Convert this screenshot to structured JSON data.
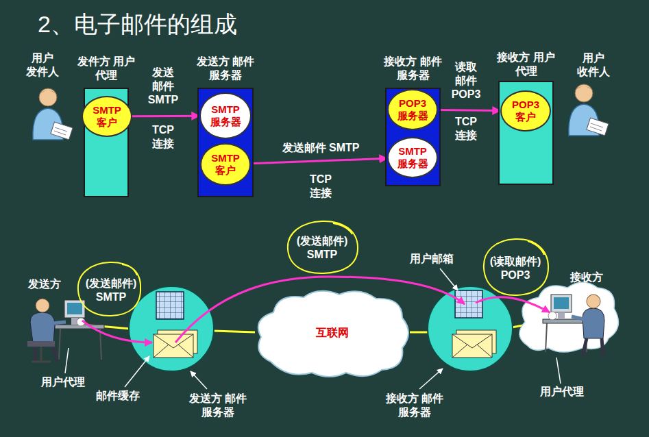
{
  "diagram": {
    "title": "2、电子邮件的组成",
    "nodes": [
      {
        "text": [
          "发件方 用户代理"
        ]
      },
      {
        "text": [
          "SMTP 客户"
        ],
        "in": 0
      },
      {
        "text": [
          "发送方 邮件服务器"
        ]
      },
      {
        "text": [
          "SMTP 服务器"
        ],
        "in": 2
      },
      {
        "text": [
          "SMTP 客户"
        ],
        "in": 2
      },
      {
        "text": [
          "接收方 邮件服务器"
        ]
      },
      {
        "text": [
          "POP3 服务器"
        ],
        "in": 5
      },
      {
        "text": [
          "SMTP 服务器"
        ],
        "in": 5
      },
      {
        "text": [
          "接收方 用户代理"
        ]
      },
      {
        "text": [
          "POP3 客户"
        ],
        "in": 8
      },
      {
        "text": [
          "互联网"
        ]
      }
    ],
    "edges": [
      {
        "from": 1,
        "to": 3,
        "arrow": "to",
        "label": "发送 邮件 SMTP"
      },
      {
        "from": 4,
        "to": 7,
        "arrow": "to",
        "label": "发送邮件 SMTP"
      },
      {
        "from": 6,
        "to": 9,
        "arrow": "to",
        "label": "读取 邮件 POP3"
      }
    ],
    "labels": [
      "用户 发件人",
      "TCP 连接",
      "TCP 连接",
      "TCP 连接",
      "用户 收件人",
      "发送方",
      "(发送邮件) SMTP",
      "(发送邮件) SMTP",
      "用户邮箱",
      "(读取邮件) POP3",
      "接收方",
      "用户代理",
      "邮件缓存",
      "发送方 邮件服务器",
      "接收方 邮件服务器",
      "用户代理"
    ]
  }
}
